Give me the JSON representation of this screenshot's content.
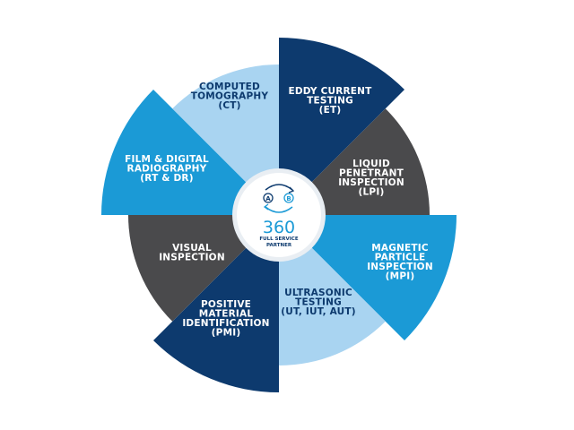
{
  "center": {
    "badge_a": "A",
    "badge_b": "B",
    "number": "360",
    "line1": "FULL SERVICE",
    "line2": "PARTNER"
  },
  "colors": {
    "navy": "#0d3a6e",
    "gray": "#4a4a4c",
    "blue": "#1b9ad6",
    "light": "#a9d4f1"
  },
  "segments": [
    {
      "id": "eddy-current",
      "lines": [
        "EDDY CURRENT",
        "TESTING",
        "(ET)"
      ],
      "color": "navy",
      "expanded": true
    },
    {
      "id": "liquid-penetrant",
      "lines": [
        "LIQUID",
        "PENETRANT",
        "INSPECTION",
        "(LPI)"
      ],
      "color": "gray",
      "expanded": false
    },
    {
      "id": "magnetic-particle",
      "lines": [
        "MAGNETIC",
        "PARTICLE",
        "INSPECTION",
        "(MPI)"
      ],
      "color": "blue",
      "expanded": true
    },
    {
      "id": "ultrasonic",
      "lines": [
        "ULTRASONIC",
        "TESTING",
        "(UT, IUT, AUT)"
      ],
      "color": "light",
      "expanded": false
    },
    {
      "id": "pmi",
      "lines": [
        "POSITIVE",
        "MATERIAL",
        "IDENTIFICATION",
        "(PMI)"
      ],
      "color": "navy",
      "expanded": true
    },
    {
      "id": "visual",
      "lines": [
        "VISUAL",
        "INSPECTION"
      ],
      "color": "gray",
      "expanded": false
    },
    {
      "id": "film-digital",
      "lines": [
        "FILM & DIGITAL",
        "RADIOGRAPHY",
        "(RT & DR)"
      ],
      "color": "blue",
      "expanded": true
    },
    {
      "id": "computed-tomography",
      "lines": [
        "COMPUTED",
        "TOMOGRAPHY",
        "(CT)"
      ],
      "color": "light",
      "expanded": false
    }
  ]
}
